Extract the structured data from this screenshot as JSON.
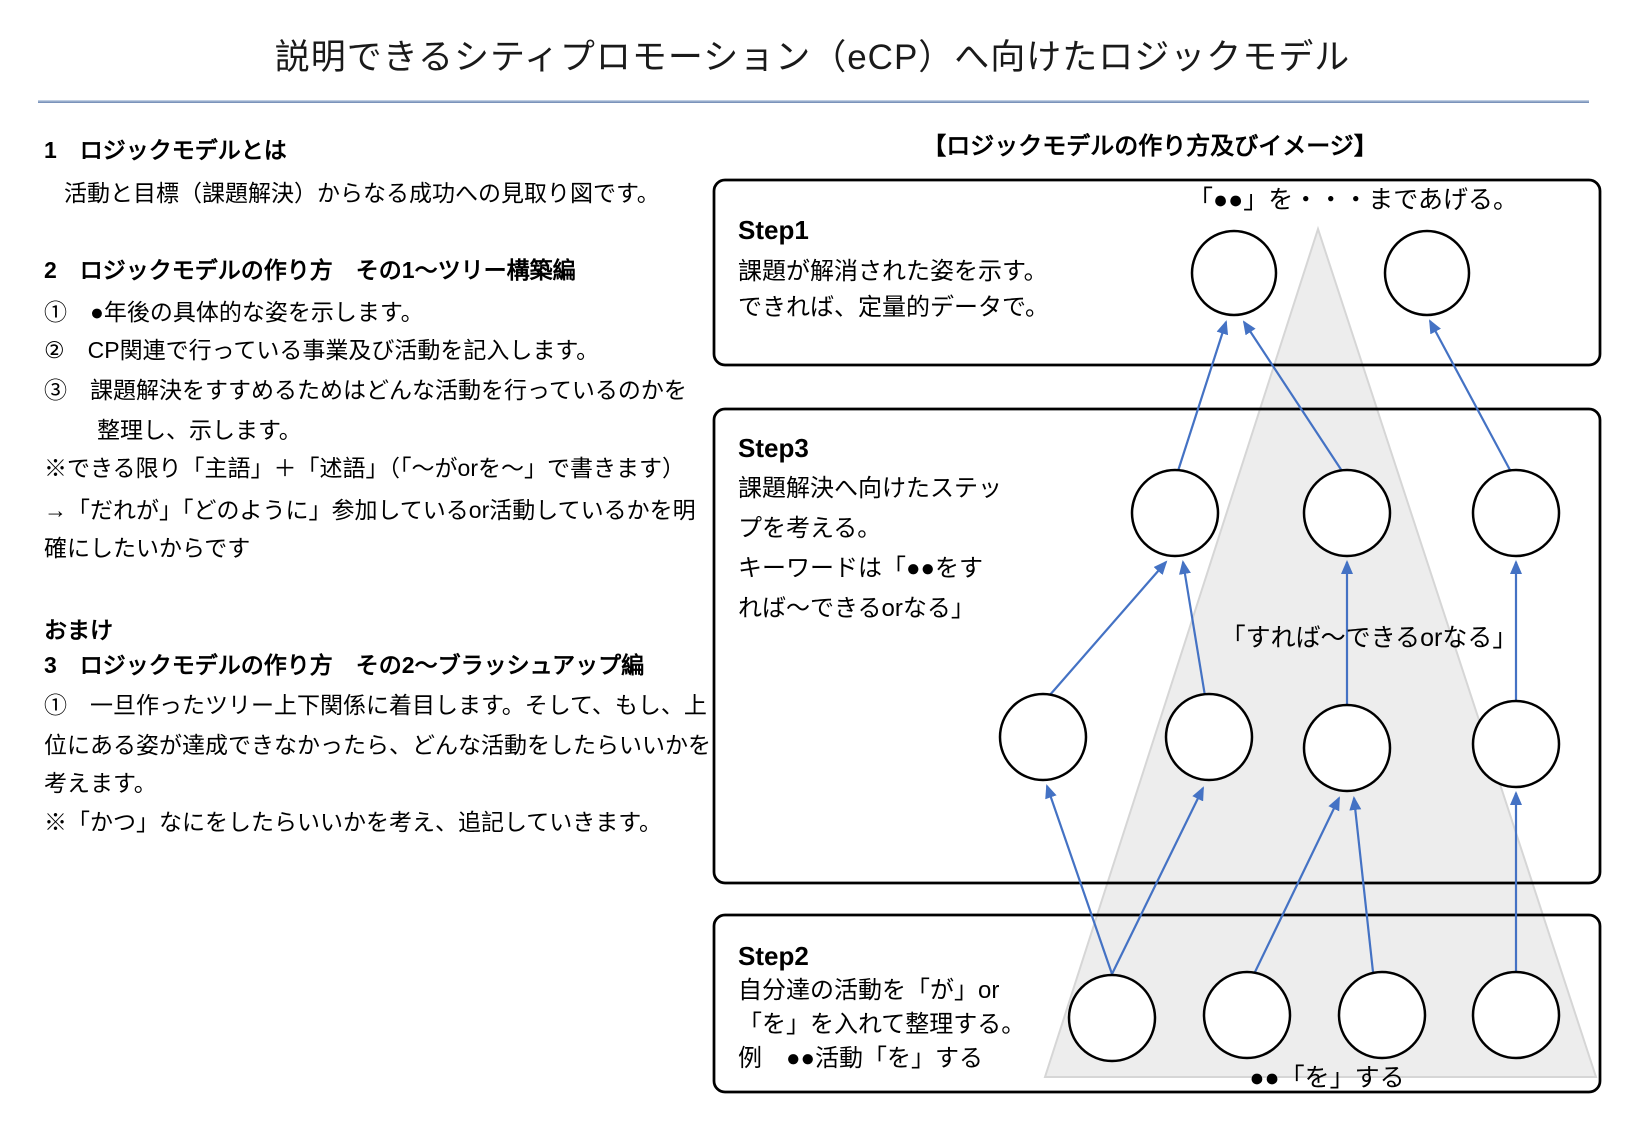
{
  "title": "説明できるシティプロモーション（eCP）へ向けたロジックモデル",
  "left": {
    "lines": [
      "1　ロジックモデルとは",
      "活動と目標（課題解決）からなる成功への見取り図です。",
      "2　ロジックモデルの作り方　その1～ツリー構築編",
      "①　●年後の具体的な姿を示します。",
      "②　CP関連で行っている事業及び活動を記入します。",
      "③　課題解決をすすめるためはどんな活動を行っているのかを",
      "整理し、示します。",
      "※できる限り「主語」＋「述語」（「～がorを～」で書きます）",
      "→「だれが」「どのように」参加しているor活動しているかを明",
      "確にしたいからです",
      "おまけ",
      "3　ロジックモデルの作り方　その2～ブラッシュアップ編",
      "①　一旦作ったツリー上下関係に着目します。そして、もし、上",
      "位にある姿が達成できなかったら、どんな活動をしたらいいかを",
      "考えます。",
      "※「かつ」なにをしたらいいかを考え、追記していきます。"
    ]
  },
  "diagram": {
    "header": "【ロジックモデルの作り方及びイメージ】",
    "annotations": {
      "top": "「●●」を・・・まであげる。",
      "middle": "「すれば～できるorなる」",
      "bottom": "●●「を」する"
    },
    "steps": {
      "step1": {
        "label": "Step1",
        "lines": [
          "課題が解消された姿を示す。",
          "できれば、定量的データで。"
        ]
      },
      "step3": {
        "label": "Step3",
        "lines": [
          "課題解決へ向けたステッ",
          "プを考える。",
          "キーワードは「●●をす",
          "れば～できるorなる」"
        ]
      },
      "step2": {
        "label": "Step2",
        "lines": [
          "自分達の活動を「が」or",
          "「を」を入れて整理する。",
          "例　●●活動「を」する"
        ]
      }
    }
  },
  "colors": {
    "arrow_blue": "#4472C4",
    "triangle_fill": "#EDEDED",
    "triangle_border": "#D6D6D6",
    "box_border": "#000000",
    "underline_blue": "#8FA5C6"
  }
}
